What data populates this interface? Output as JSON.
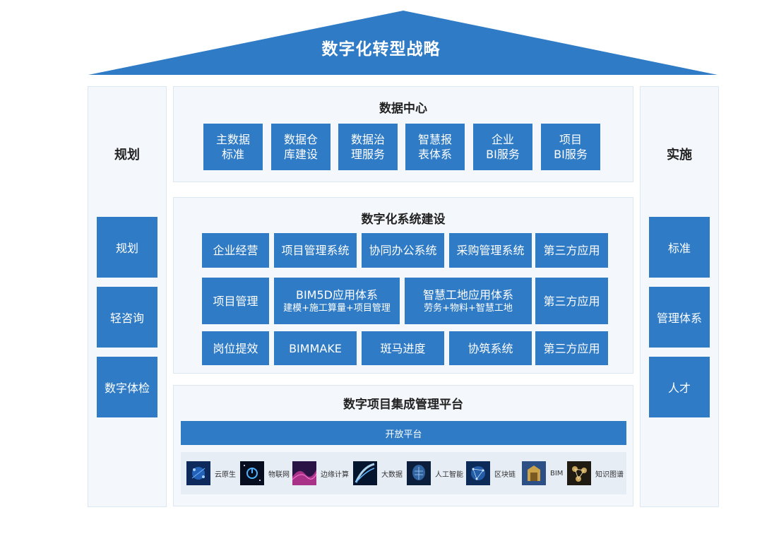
{
  "roof": {
    "title": "数字化转型战略"
  },
  "left_pillar": {
    "title": "规划",
    "items": [
      "规划",
      "轻咨询",
      "数字体检"
    ]
  },
  "right_pillar": {
    "title": "实施",
    "items": [
      "标准",
      "管理体系",
      "人才"
    ]
  },
  "data_center": {
    "title": "数据中心",
    "items": [
      [
        "主数据",
        "标准"
      ],
      [
        "数据仓",
        "库建设"
      ],
      [
        "数据治",
        "理服务"
      ],
      [
        "智慧报",
        "表体系"
      ],
      [
        "企业",
        "BI服务"
      ],
      [
        "项目",
        "BI服务"
      ]
    ]
  },
  "system_build": {
    "title": "数字化系统建设",
    "row1": [
      "企业经营",
      "项目管理系统",
      "协同办公系统",
      "采购管理系统",
      "第三方应用"
    ],
    "row2": {
      "first": "项目管理",
      "bim5d": {
        "title": "BIM5D应用体系",
        "sub": "建模+施工算量+项目管理"
      },
      "smart_site": {
        "title": "智慧工地应用体系",
        "sub": "劳务+物料+智慧工地"
      },
      "last": "第三方应用"
    },
    "row3": [
      "岗位提效",
      "BIMMAKE",
      "斑马进度",
      "协筑系统",
      "第三方应用"
    ]
  },
  "platform": {
    "title": "数字项目集成管理平台",
    "open_platform": "开放平台",
    "technologies": [
      {
        "icon": "cloud-native-icon",
        "label": "云原生"
      },
      {
        "icon": "iot-icon",
        "label": "物联网"
      },
      {
        "icon": "edge-computing-icon",
        "label": "边缘计算"
      },
      {
        "icon": "big-data-icon",
        "label": "大数据"
      },
      {
        "icon": "ai-icon",
        "label": "人工智能"
      },
      {
        "icon": "blockchain-icon",
        "label": "区块链"
      },
      {
        "icon": "bim-icon",
        "label": "BIM"
      },
      {
        "icon": "knowledge-graph-icon",
        "label": "知识图谱"
      }
    ]
  },
  "colors": {
    "primary": "#2f7bc6",
    "panel_bg": "#f4f8fc",
    "tech_bg": "#e6edf5"
  }
}
